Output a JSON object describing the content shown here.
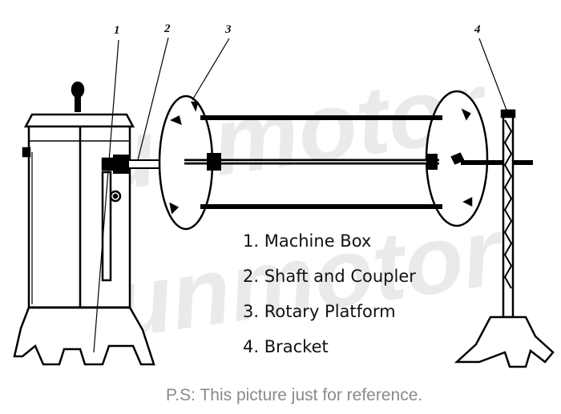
{
  "callouts": {
    "c1": "1",
    "c2": "2",
    "c3": "3",
    "c4": "4"
  },
  "legend": [
    "1. Machine Box",
    "2. Shaft and Coupler",
    "3. Rotary Platform",
    "4. Bracket"
  ],
  "watermark": "Sunmotor",
  "note": "P.S: This picture just for reference."
}
